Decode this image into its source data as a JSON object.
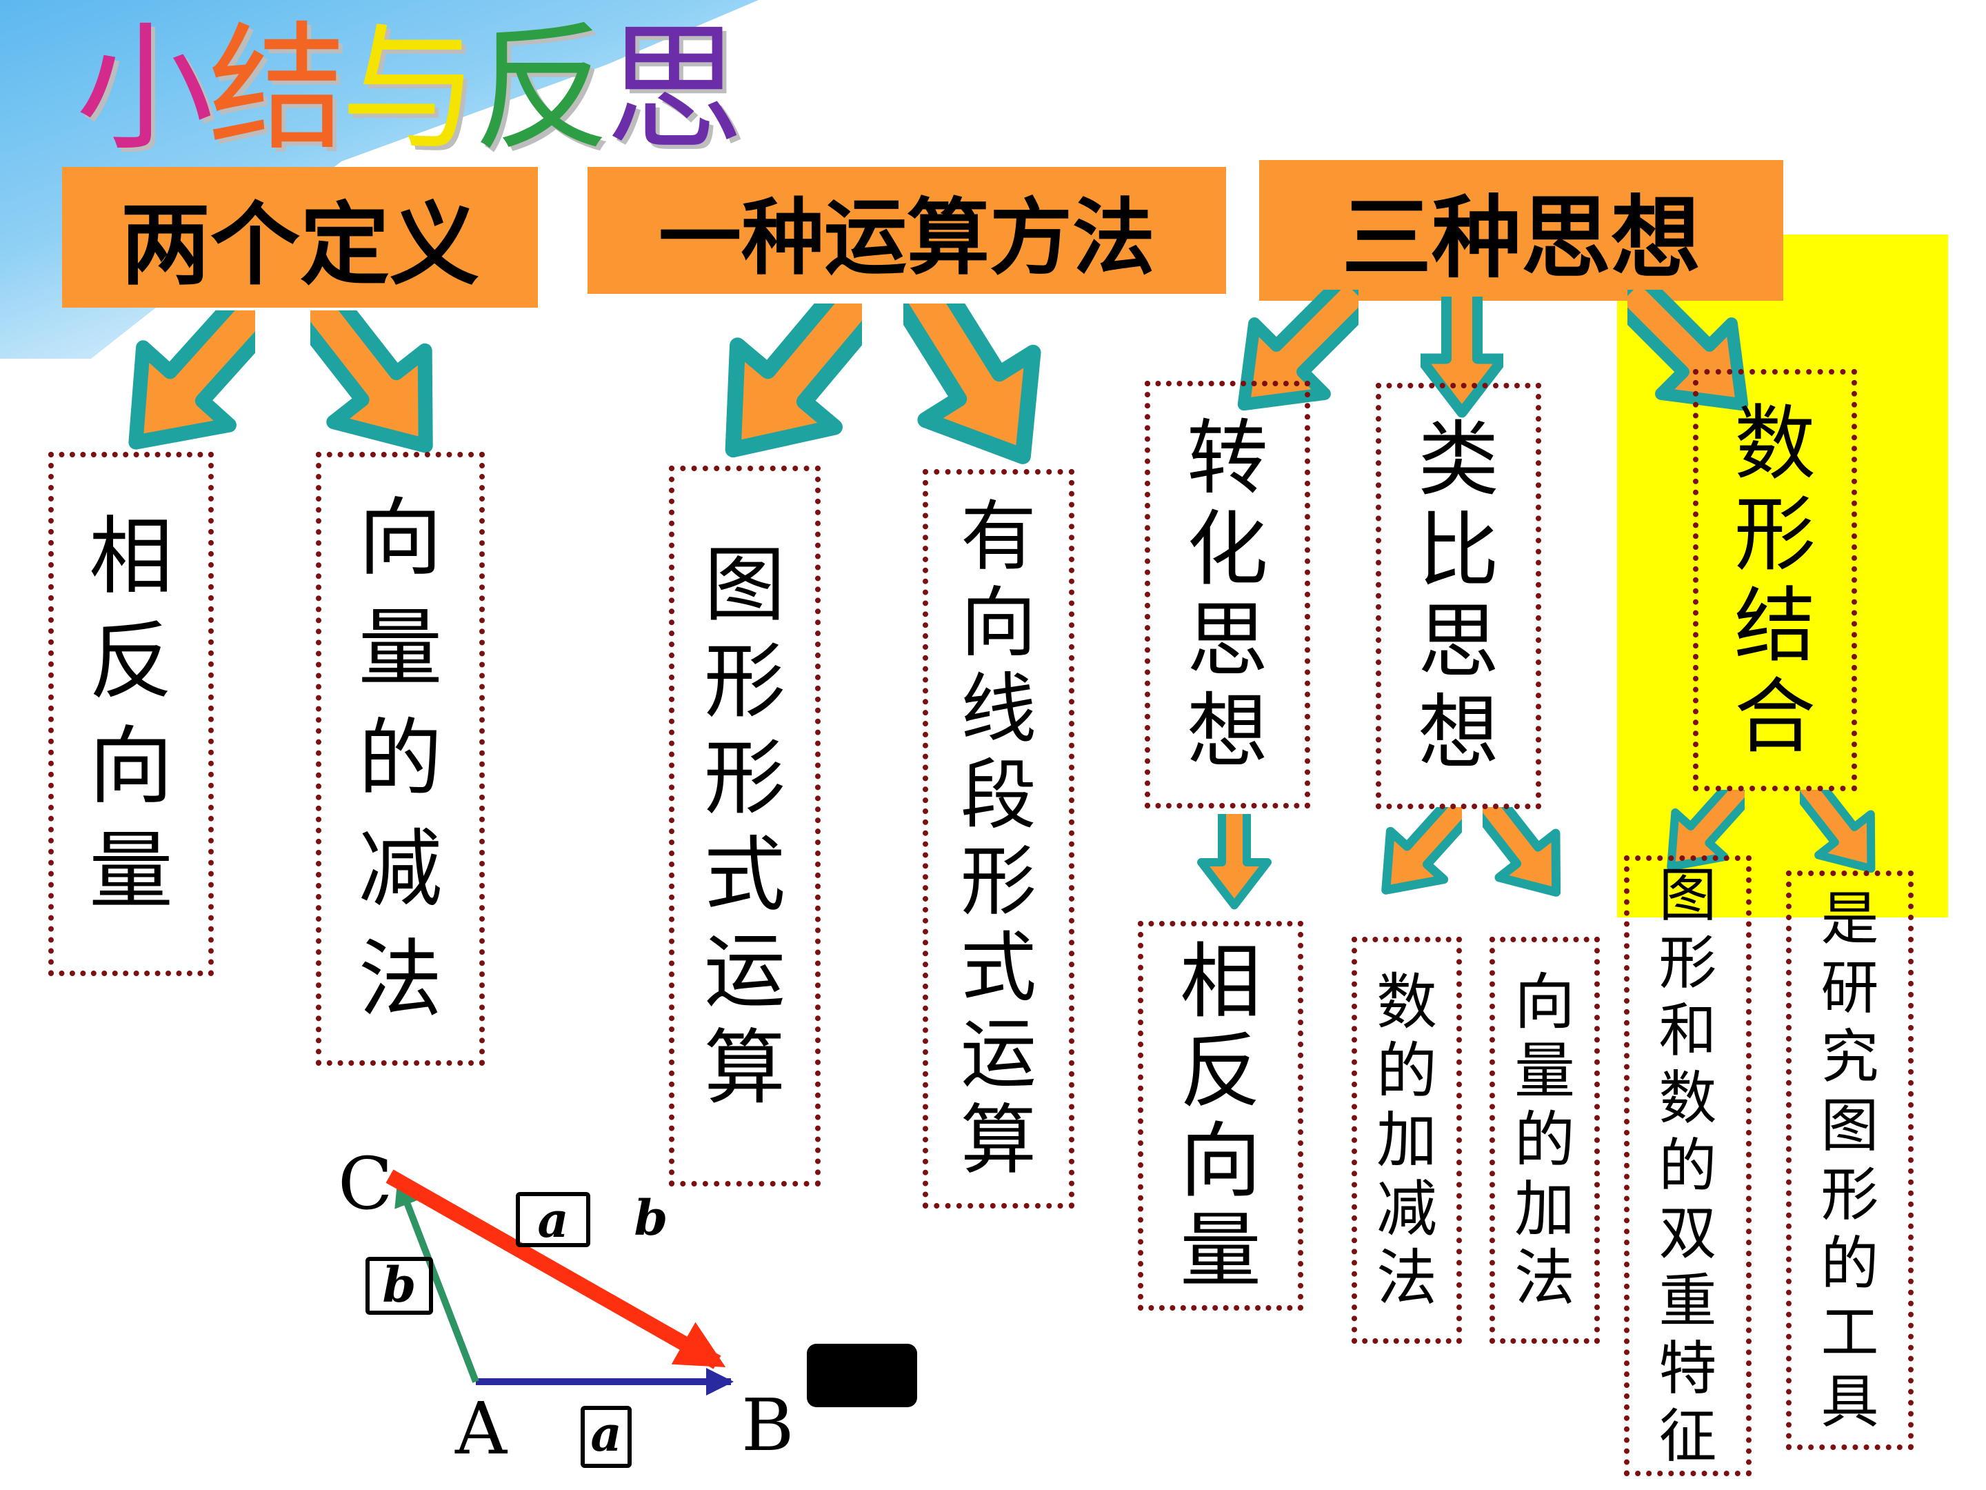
{
  "title": {
    "chars": [
      "小",
      "结",
      "与",
      "反",
      "思"
    ],
    "colors": [
      "#d42a8c",
      "#f26522",
      "#f5e400",
      "#2e9e44",
      "#6b2ea8"
    ]
  },
  "headers": [
    {
      "id": "two-definitions",
      "label": "两个定义"
    },
    {
      "id": "one-method",
      "label": "一种运算方法"
    },
    {
      "id": "three-ideas",
      "label": "三种思想"
    }
  ],
  "boxes": [
    {
      "id": "opposite-vector",
      "text": "相反向量"
    },
    {
      "id": "vector-subtraction",
      "text": "向量的减法"
    },
    {
      "id": "graphic-form",
      "text": "图形形式运算"
    },
    {
      "id": "directed-segment",
      "text": "有向线段形式运算"
    },
    {
      "id": "transformation",
      "text": "转化思想"
    },
    {
      "id": "analogy",
      "text": "类比思想"
    },
    {
      "id": "number-shape",
      "text": "数形结合"
    },
    {
      "id": "opposite-vector-2",
      "text": "相反向量"
    },
    {
      "id": "number-add-sub",
      "text": "数的加减法"
    },
    {
      "id": "vector-add",
      "text": "向量的加法"
    },
    {
      "id": "dual-features",
      "text": "图形和数的双重特征"
    },
    {
      "id": "research-tool",
      "text": "是研究图形的工具"
    }
  ],
  "triangle": {
    "labels": {
      "c": "C",
      "a": "A",
      "b": "B"
    },
    "glyphs": {
      "top_a": "a",
      "top_b": "b",
      "side_b": "b",
      "bottom_a": "a"
    }
  },
  "colors": {
    "header": "#fb9733",
    "arrow_fill": "#fb9733",
    "arrow_stroke": "#1fa3a0",
    "dotted_border": "#7c1010",
    "highlight": "#ffff00",
    "vector_red": "#ff3010",
    "vector_green": "#2e9464",
    "vector_blue": "#2a2aa0"
  }
}
